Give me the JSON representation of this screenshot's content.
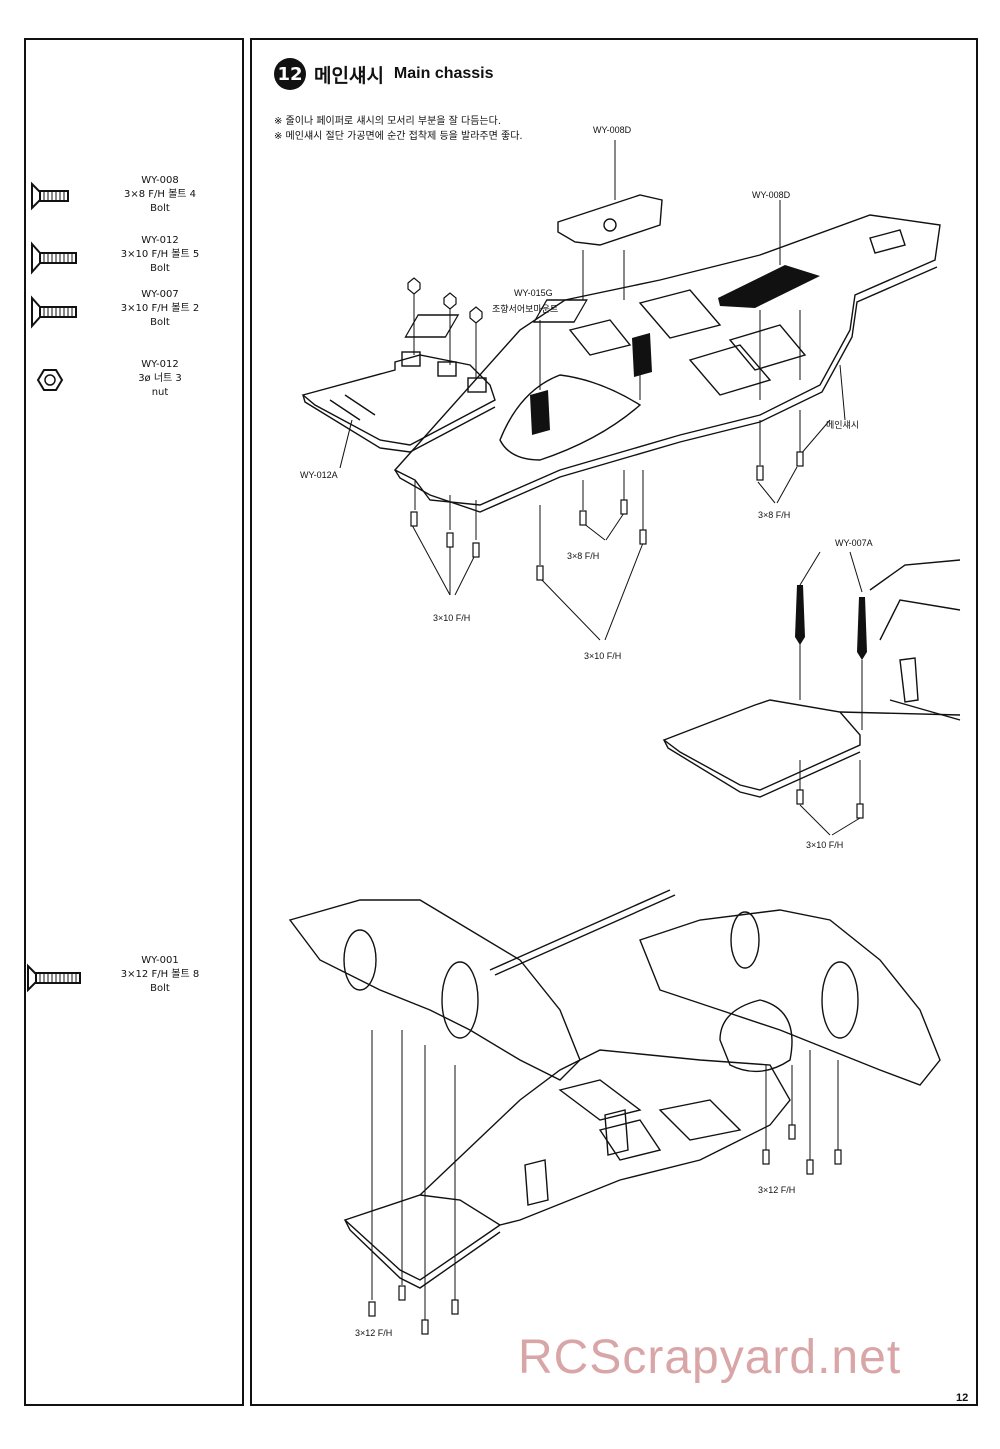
{
  "step": {
    "number": "12",
    "title_ko": "메인섀시",
    "title_en": "Main chassis"
  },
  "notes": [
    "※ 줄이나 페이퍼로 섀시의 모서리 부분을 잘 다듬는다.",
    "※ 메인섀시 절단 가공면에 순간 접착제 등을 발라주면 좋다."
  ],
  "parts": [
    {
      "code": "WY-008",
      "spec": "3×8 F/H 볼트 4",
      "name": "Bolt",
      "icon": "flat-head-bolt-icon"
    },
    {
      "code": "WY-012",
      "spec": "3×10 F/H 볼트 5",
      "name": "Bolt",
      "icon": "flat-head-bolt-icon"
    },
    {
      "code": "WY-007",
      "spec": "3×10 F/H 볼트 2",
      "name": "Bolt",
      "icon": "flat-head-bolt-icon"
    },
    {
      "code": "WY-012",
      "spec": "3ø 너트 3",
      "name": "nut",
      "icon": "hex-nut-icon"
    },
    {
      "code": "WY-001",
      "spec": "3×12 F/H 볼트 8",
      "name": "Bolt",
      "icon": "long-flat-head-bolt-icon"
    }
  ],
  "labels": {
    "wy008d_top": "WY-008D",
    "wy008d_right": "WY-008D",
    "wy015g": "WY-015G",
    "servo_mount": "조향서어보마운트",
    "main_chassis": "메인섀시",
    "wy012a": "WY-012A",
    "bolt_3x8_right": "3×8 F/H",
    "bolt_3x8_mid": "3×8 F/H",
    "bolt_3x10_left": "3×10 F/H",
    "bolt_3x10_mid": "3×10 F/H",
    "wy007a": "WY-007A",
    "bolt_3x10_lower": "3×10 F/H",
    "bolt_3x12_right": "3×12 F/H",
    "bolt_3x12_left": "3×12 F/H"
  },
  "watermark": "RCScrapyard.net",
  "page_number": "12"
}
